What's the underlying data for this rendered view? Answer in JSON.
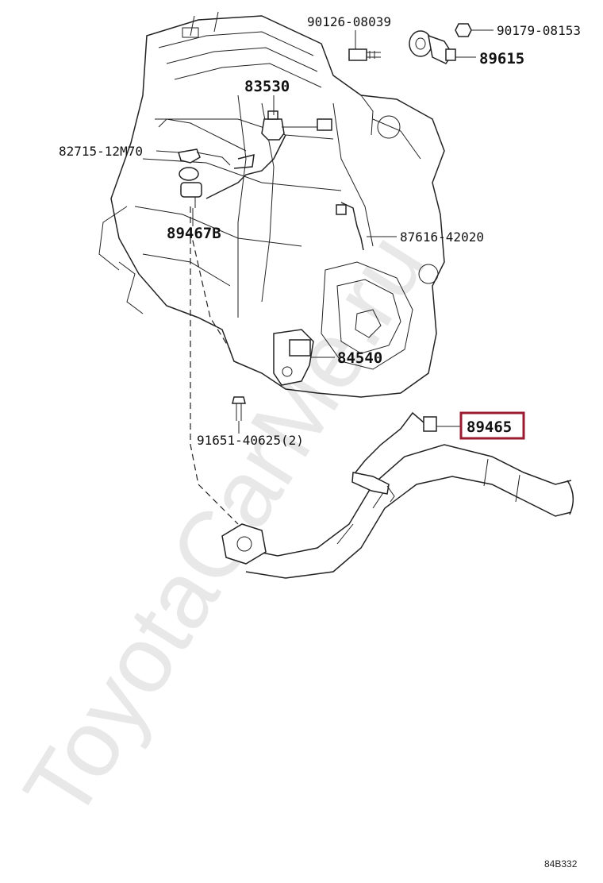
{
  "watermark": "ToyotaCarMe.ru",
  "diagram_code": "84B332",
  "highlight_color": "#9b1b30",
  "parts": {
    "p1": "90126-08039",
    "p2": "90179-08153",
    "p3": "89615",
    "p4": "83530",
    "p5": "82715-12M70",
    "p6": "89467B",
    "p7": "87616-42020",
    "p8": "84540",
    "p9": "91651-40625(2)",
    "p10": "89465"
  }
}
